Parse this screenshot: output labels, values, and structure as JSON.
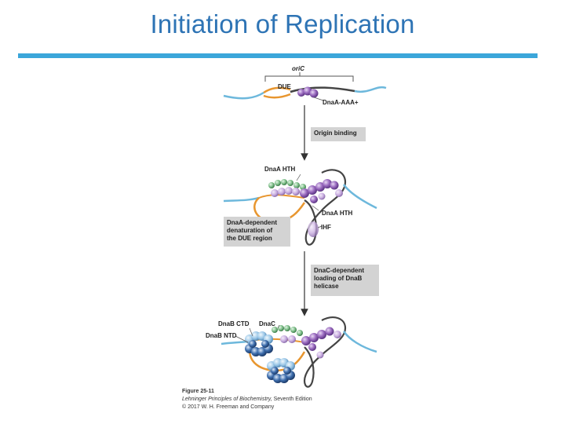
{
  "title": "Initiation of Replication",
  "labels": {
    "oric": "oriC",
    "due": "DUE",
    "dnaa_aaa": "DnaA-AAA+",
    "dnaa_hth_top": "DnaA HTH",
    "dnaa_hth_right": "DnaA HTH",
    "ihf": "IHF",
    "dnab_ctd": "DnaB CTD",
    "dnac": "DnaC",
    "dnab_ntd": "DnaB NTD"
  },
  "steps": {
    "origin_binding": "Origin binding",
    "denaturation": [
      "DnaA-dependent",
      "denaturation of",
      "the DUE region"
    ],
    "loading": [
      "DnaC-dependent",
      "loading of DnaB",
      "helicase"
    ]
  },
  "caption": {
    "figure": "Figure 25-11",
    "book": "Lehninger Principles of Biochemistry,",
    "edition": " Seventh Edition",
    "copyright": "© 2017 W. H. Freeman and Company"
  },
  "colors": {
    "title": "#2e74b5",
    "rule": "#3ba6da",
    "dna_blue": "#6db8dc",
    "dna_orange": "#e8962f",
    "dna_dark": "#444444",
    "dnaa_purple": "#9b6cc0",
    "dnaa_green": "#7fbf8a",
    "dnab_blue": "#3f6fae",
    "label_box": "#d3d3d3"
  }
}
